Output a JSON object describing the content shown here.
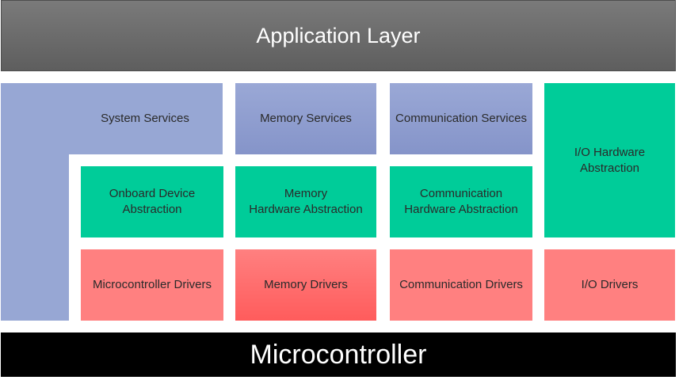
{
  "layers": {
    "application": "Application Layer",
    "system_services": "System Services",
    "memory_services": "Memory Services",
    "communication_services": "Communication Services",
    "io_hardware_abstraction": "I/O Hardware\nAbstraction",
    "onboard_device_abstraction": "Onboard Device\nAbstraction",
    "memory_hardware_abstraction": "Memory\nHardware Abstraction",
    "communication_hardware_abstraction": "Communication\nHardware Abstraction",
    "microcontroller_drivers": "Microcontroller Drivers",
    "memory_drivers": "Memory Drivers",
    "communication_drivers": "Communication Drivers",
    "io_drivers": "I/O Drivers",
    "microcontroller": "Microcontroller"
  },
  "colors": {
    "application": "#6b6b6b",
    "services": "#8c9bcd",
    "abstraction": "#00cc99",
    "drivers": "#ff8080",
    "microcontroller": "#000000"
  }
}
